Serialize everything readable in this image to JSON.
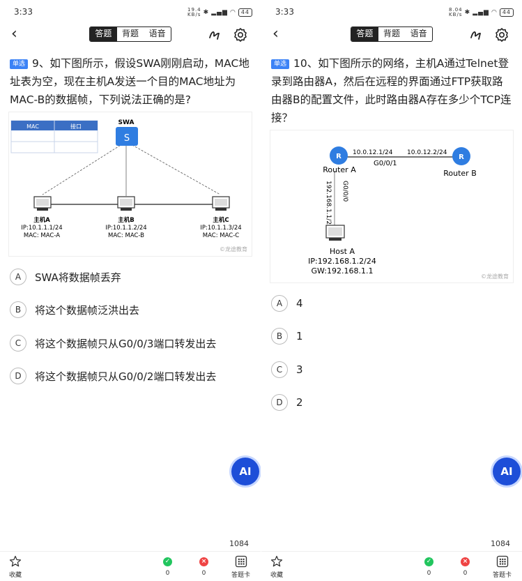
{
  "screens": {
    "left": {
      "status": {
        "time": "3:33",
        "speed_top": "19.4",
        "speed_bottom": "KB/s",
        "battery": "44"
      },
      "tabs": [
        "答题",
        "背题",
        "语音"
      ],
      "question": {
        "tag": "单选",
        "text": "9、如下图所示，假设SWA刚刚启动，MAC地址表为空，现在主机A发送一个目的MAC地址为MAC-B的数据帧，下列说法正确的是?"
      },
      "figure": {
        "table_headers": [
          "MAC",
          "接口"
        ],
        "switch_label": "SWA",
        "switch_glyph": "S",
        "hosts": [
          {
            "name": "主机A",
            "ip": "IP:10.1.1.1/24",
            "mac": "MAC: MAC-A"
          },
          {
            "name": "主机B",
            "ip": "IP:10.1.1.2/24",
            "mac": "MAC: MAC-B"
          },
          {
            "name": "主机C",
            "ip": "IP:10.1.1.3/24",
            "mac": "MAC: MAC-C"
          }
        ],
        "watermark": "©龙途教育"
      },
      "options": [
        {
          "letter": "A",
          "text": "SWA将数据帧丢弃"
        },
        {
          "letter": "B",
          "text": "将这个数据帧泛洪出去"
        },
        {
          "letter": "C",
          "text": "将这个数据帧只从G0/0/3端口转发出去"
        },
        {
          "letter": "D",
          "text": "将这个数据帧只从G0/0/2端口转发出去"
        }
      ],
      "ai_label": "AI",
      "count": "1084",
      "bottom": {
        "favorite": "收藏",
        "correct_count": "0",
        "wrong_count": "0",
        "card": "答题卡"
      }
    },
    "right": {
      "status": {
        "time": "3:33",
        "speed_top": "8.04",
        "speed_bottom": "KB/s",
        "battery": "44"
      },
      "tabs": [
        "答题",
        "背题",
        "语音"
      ],
      "question": {
        "tag": "单选",
        "text": "10、如下图所示的网络，主机A通过Telnet登录到路由器A，然后在远程的界面通过FTP获取路由器B的配置文件，此时路由器A存在多少个TCP连接？"
      },
      "figure": {
        "router_a": "Router A",
        "router_b": "Router B",
        "ip_a": "10.0.12.1/24",
        "ip_b": "10.0.12.2/24",
        "link_if": "G0/0/1",
        "vert_if": "G0/0/0",
        "vert_ip": "192.168.1.1/24",
        "router_glyph": "R",
        "host_name": "Host A",
        "host_ip": "IP:192.168.1.2/24",
        "host_gw": "GW:192.168.1.1",
        "watermark": "©龙途教育"
      },
      "options": [
        {
          "letter": "A",
          "text": "4"
        },
        {
          "letter": "B",
          "text": "1"
        },
        {
          "letter": "C",
          "text": "3"
        },
        {
          "letter": "D",
          "text": "2"
        }
      ],
      "ai_label": "AI",
      "count": "1084",
      "bottom": {
        "favorite": "收藏",
        "correct_count": "0",
        "wrong_count": "0",
        "card": "答题卡"
      }
    }
  },
  "colors": {
    "accent": "#3b82f6",
    "ai": "#1d4ed8",
    "correct": "#22c55e",
    "wrong": "#ef4444",
    "switch": "#2f7de1",
    "router": "#2f7de1"
  },
  "icons": [
    "back-arrow-icon",
    "handwriting-icon",
    "gear-icon",
    "star-icon",
    "check-circle-icon",
    "x-circle-icon",
    "grid-card-icon",
    "wifi-icon",
    "bluetooth-icon",
    "signal-icon",
    "battery-icon"
  ]
}
